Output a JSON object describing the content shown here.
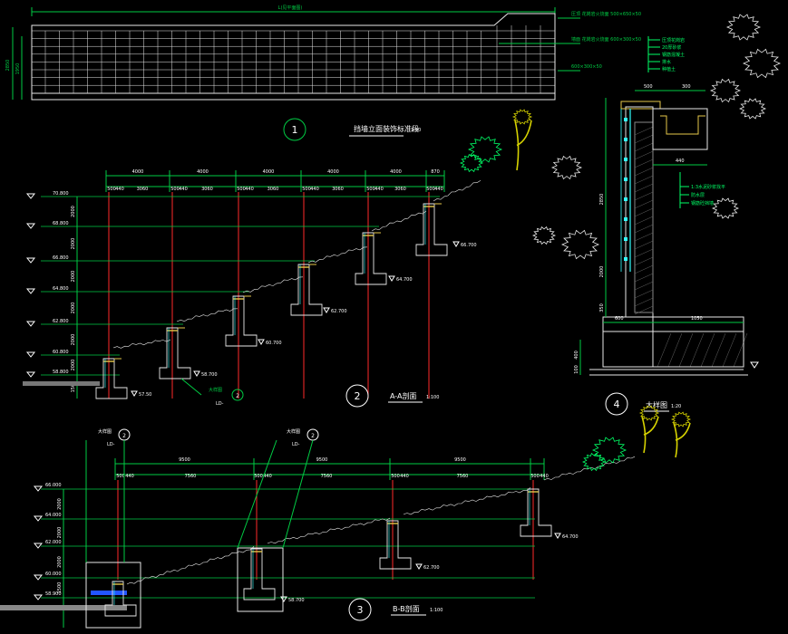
{
  "colors": {
    "background": "#000000",
    "dim": "#00cc44",
    "wall": "#e8e8e8",
    "cap": "#e6c84a",
    "gridline": "#ff2a2a",
    "elev": "#ffffff",
    "plant": "#00ff66",
    "tree": "#d6d200",
    "rebar": "#33ffff",
    "note": "#00ff66"
  },
  "view1": {
    "number": "1",
    "title": "挡墙立面装饰标准段",
    "scale": "1:50",
    "top_dim": "L(见平面图)",
    "left_dims": [
      "2850",
      "1950"
    ],
    "notes": [
      "压顶 花岗岩火烧面 500×650×50",
      "墙面 花岗岩火烧面 600×300×50",
      "600×300×50"
    ]
  },
  "view2": {
    "number": "2",
    "title": "A-A剖面",
    "scale": "1:100",
    "bay_dims": [
      "4000",
      "4000",
      "4000",
      "4000",
      "4000",
      "870"
    ],
    "sub_dims": [
      "500",
      "440",
      "3060",
      "500",
      "440",
      "3060",
      "500",
      "440",
      "3060",
      "500",
      "440",
      "3060",
      "500",
      "440",
      "3060",
      "500",
      "440"
    ],
    "levels": [
      "70.800",
      "68.800",
      "66.800",
      "64.800",
      "62.800",
      "60.800",
      "58.800"
    ],
    "side_dims": [
      "2000",
      "2000",
      "2000",
      "2000",
      "2000",
      "2000",
      "1500"
    ],
    "base_labels": [
      "66.700",
      "64.700",
      "62.700",
      "60.700",
      "58.700",
      "57.50"
    ],
    "callout_label": "大样图",
    "callout_num": "2",
    "callout_sub": "LD-"
  },
  "view3": {
    "number": "3",
    "title": "B-B剖面",
    "scale": "1:100",
    "bay_dims": [
      "9500",
      "9500",
      "9500"
    ],
    "sub_dims": [
      "500",
      "440",
      "7560",
      "500",
      "440",
      "7560",
      "500",
      "440",
      "7560",
      "500",
      "440"
    ],
    "levels": [
      "66.000",
      "64.000",
      "62.000",
      "60.000",
      "58.900"
    ],
    "side_dims": [
      "2000",
      "2000",
      "2000",
      "1500"
    ],
    "base_labels": [
      "64.700",
      "62.700",
      "58.700"
    ],
    "callout1_label": "大样图",
    "callout2_label": "大样图",
    "callout_num": "2",
    "callout_sub": "LD-"
  },
  "view4": {
    "number": "4",
    "title": "大样图",
    "scale": "1:20",
    "top_dims": [
      "500",
      "300"
    ],
    "mid_dim": "440",
    "right_dims": [
      "2850",
      "2000",
      "350"
    ],
    "bottom_dims": [
      "600",
      "1050"
    ],
    "base_dims": [
      "400",
      "100"
    ],
    "notes_top": [
      "压顶花岗岩",
      "20厚砂浆",
      "钢筋混凝土",
      "排水",
      "种植土"
    ],
    "notes_mid": [
      "1:3水泥砂浆找平",
      "防水层",
      "钢筋砼挡墙"
    ]
  }
}
